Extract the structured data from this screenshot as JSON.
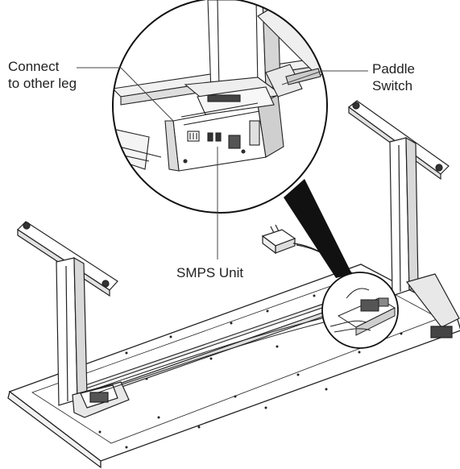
{
  "callouts": {
    "connect_line1": "Connect",
    "connect_line2": "to other leg",
    "paddle_line1": "Paddle",
    "paddle_line2": "Switch",
    "smps": "SMPS Unit"
  },
  "colors": {
    "ink": "#222222",
    "background": "#ffffff",
    "pointer": "#111111"
  }
}
